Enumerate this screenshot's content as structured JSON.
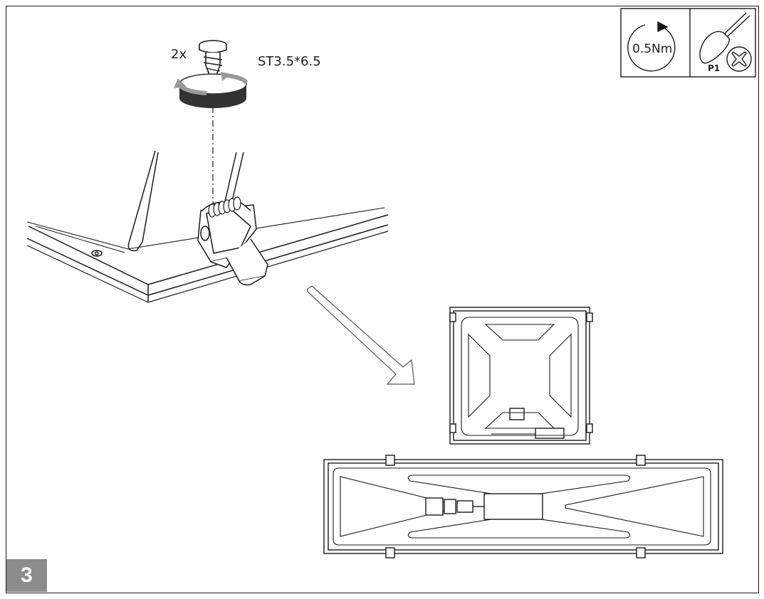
{
  "screw": {
    "quantity": "2x",
    "spec": "ST3.5*6.5"
  },
  "torque": {
    "value": "0.5Nm"
  },
  "tool": {
    "bit": "P1"
  },
  "step": {
    "number": "3"
  },
  "colors": {
    "line": "#1a1a1a",
    "rotation_band": "#333333",
    "rotation_arrow": "#9a9a9a",
    "step_badge": "#8c8c8c"
  }
}
